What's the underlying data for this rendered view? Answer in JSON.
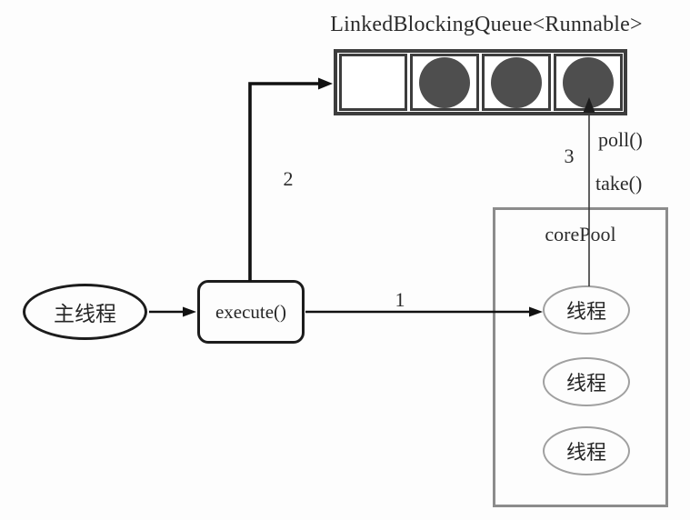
{
  "diagram": {
    "title": "LinkedBlockingQueue<Runnable>",
    "nodes": {
      "main_thread": "主线程",
      "execute": "execute()",
      "core_pool_label": "corePool",
      "threads": [
        "线程",
        "线程",
        "线程"
      ]
    },
    "queue": {
      "cells": [
        false,
        true,
        true,
        true
      ]
    },
    "labels": {
      "step1": "1",
      "step2": "2",
      "step3": "3",
      "poll": "poll()",
      "take": "take()"
    },
    "colors": {
      "task_fill": "#4e4e4e",
      "queue_border": "#3d3d3d",
      "core_pool_border": "#8c8c8c",
      "node_border": "#1c1c1c",
      "thread_border": "#a0a0a0",
      "arrow": "#111111",
      "thin_arrow": "#3a3a3a"
    }
  }
}
